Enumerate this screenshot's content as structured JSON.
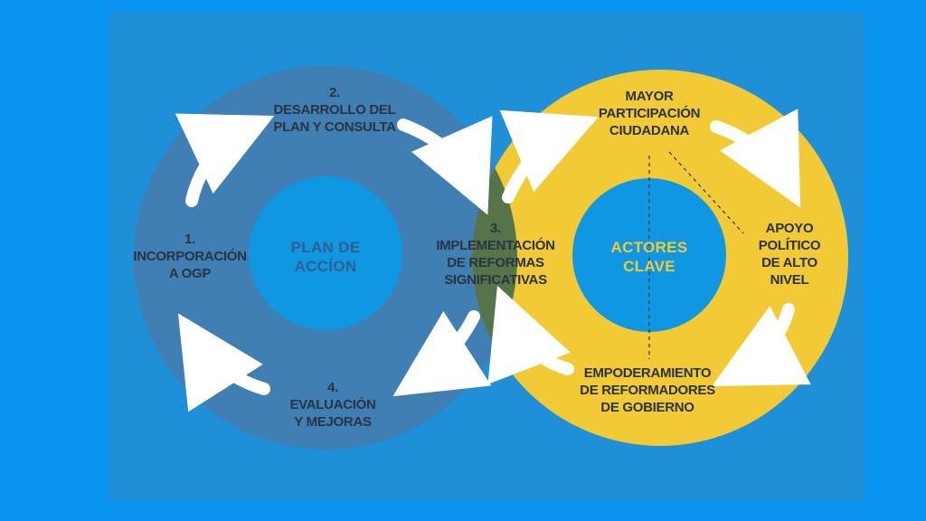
{
  "colors": {
    "outer_background": "#0a96f0",
    "panel_background": "#1f8fd8",
    "left_ring": "#3f7fb3",
    "right_ring": "#f2ca36",
    "overlap": "#56744a",
    "inner_circle": "#0f97e2",
    "arrows": "#ffffff",
    "label_text": "#2a3340",
    "plan_text": "#2f5f8f",
    "actores_text": "#f2ca36"
  },
  "left_cycle": {
    "center_label": [
      "PLAN DE",
      "ACCÍON"
    ],
    "steps": {
      "step1": [
        "1.",
        "INCORPORACIÓN",
        "A OGP"
      ],
      "step2": [
        "2.",
        "DESARROLLO DEL",
        "PLAN Y CONSULTA"
      ],
      "step3": [
        "3.",
        "IMPLEMENTACIÓN",
        "DE REFORMAS",
        "SIGNIFICATIVAS"
      ],
      "step4": [
        "4.",
        "EVALUACIÓN",
        "Y MEJORAS"
      ]
    }
  },
  "right_cycle": {
    "center_label": [
      "ACTORES",
      "CLAVE"
    ],
    "items": {
      "top": [
        "MAYOR",
        "PARTICIPACIÓN",
        "CIUDADANA"
      ],
      "right": [
        "APOYO",
        "POLÍTICO",
        "DE ALTO",
        "NIVEL"
      ],
      "bottom": [
        "EMPODERAMIENTO",
        "DE REFORMADORES",
        "DE GOBIERNO"
      ]
    }
  }
}
